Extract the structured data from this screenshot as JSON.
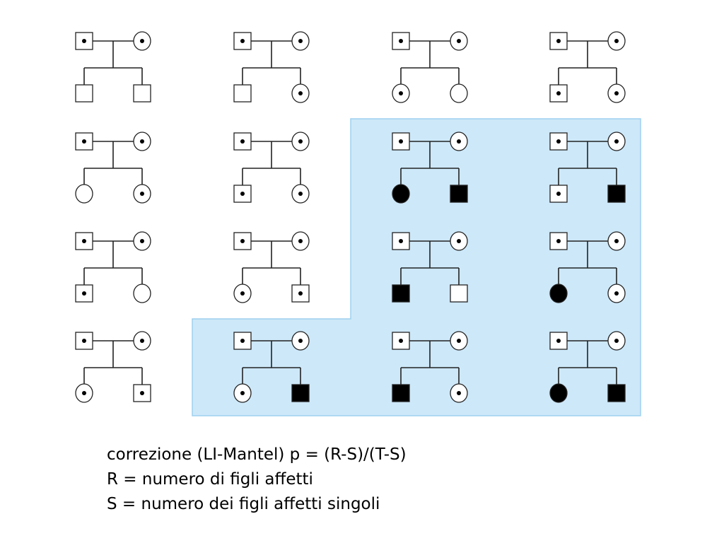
{
  "pedigree_grid": {
    "highlight_color": "#cde8f9",
    "highlight_border": "#9fd1ef",
    "affected_color": "#000000",
    "families": [
      {
        "row": 0,
        "col": 0,
        "highlighted": false,
        "children": [
          {
            "sex": "male",
            "status": "normal"
          },
          {
            "sex": "male",
            "status": "normal"
          }
        ]
      },
      {
        "row": 0,
        "col": 1,
        "highlighted": false,
        "children": [
          {
            "sex": "male",
            "status": "normal"
          },
          {
            "sex": "female",
            "status": "carrier"
          }
        ]
      },
      {
        "row": 0,
        "col": 2,
        "highlighted": false,
        "children": [
          {
            "sex": "female",
            "status": "carrier"
          },
          {
            "sex": "female",
            "status": "normal"
          }
        ]
      },
      {
        "row": 0,
        "col": 3,
        "highlighted": false,
        "children": [
          {
            "sex": "male",
            "status": "carrier"
          },
          {
            "sex": "female",
            "status": "carrier"
          }
        ]
      },
      {
        "row": 1,
        "col": 0,
        "highlighted": false,
        "children": [
          {
            "sex": "female",
            "status": "normal"
          },
          {
            "sex": "female",
            "status": "carrier"
          }
        ]
      },
      {
        "row": 1,
        "col": 1,
        "highlighted": false,
        "children": [
          {
            "sex": "male",
            "status": "carrier"
          },
          {
            "sex": "female",
            "status": "carrier"
          }
        ]
      },
      {
        "row": 1,
        "col": 2,
        "highlighted": true,
        "children": [
          {
            "sex": "female",
            "status": "affected"
          },
          {
            "sex": "male",
            "status": "affected"
          }
        ]
      },
      {
        "row": 1,
        "col": 3,
        "highlighted": true,
        "children": [
          {
            "sex": "male",
            "status": "carrier"
          },
          {
            "sex": "male",
            "status": "affected"
          }
        ]
      },
      {
        "row": 2,
        "col": 0,
        "highlighted": false,
        "children": [
          {
            "sex": "male",
            "status": "carrier"
          },
          {
            "sex": "female",
            "status": "normal"
          }
        ]
      },
      {
        "row": 2,
        "col": 1,
        "highlighted": false,
        "children": [
          {
            "sex": "female",
            "status": "carrier"
          },
          {
            "sex": "male",
            "status": "carrier"
          }
        ]
      },
      {
        "row": 2,
        "col": 2,
        "highlighted": true,
        "children": [
          {
            "sex": "male",
            "status": "affected"
          },
          {
            "sex": "male",
            "status": "normal"
          }
        ]
      },
      {
        "row": 2,
        "col": 3,
        "highlighted": true,
        "children": [
          {
            "sex": "female",
            "status": "affected"
          },
          {
            "sex": "female",
            "status": "carrier"
          }
        ]
      },
      {
        "row": 3,
        "col": 0,
        "highlighted": false,
        "children": [
          {
            "sex": "female",
            "status": "carrier"
          },
          {
            "sex": "male",
            "status": "carrier"
          }
        ]
      },
      {
        "row": 3,
        "col": 1,
        "highlighted": true,
        "children": [
          {
            "sex": "female",
            "status": "carrier"
          },
          {
            "sex": "male",
            "status": "affected"
          }
        ]
      },
      {
        "row": 3,
        "col": 2,
        "highlighted": true,
        "children": [
          {
            "sex": "male",
            "status": "affected"
          },
          {
            "sex": "female",
            "status": "carrier"
          }
        ]
      },
      {
        "row": 3,
        "col": 3,
        "highlighted": true,
        "children": [
          {
            "sex": "female",
            "status": "affected"
          },
          {
            "sex": "male",
            "status": "affected"
          }
        ]
      }
    ]
  },
  "caption": {
    "line1": "correzione (LI-Mantel) p = (R-S)/(T-S)",
    "line2": "R = numero di figli affetti",
    "line3": "S = numero dei figli affetti singoli"
  }
}
